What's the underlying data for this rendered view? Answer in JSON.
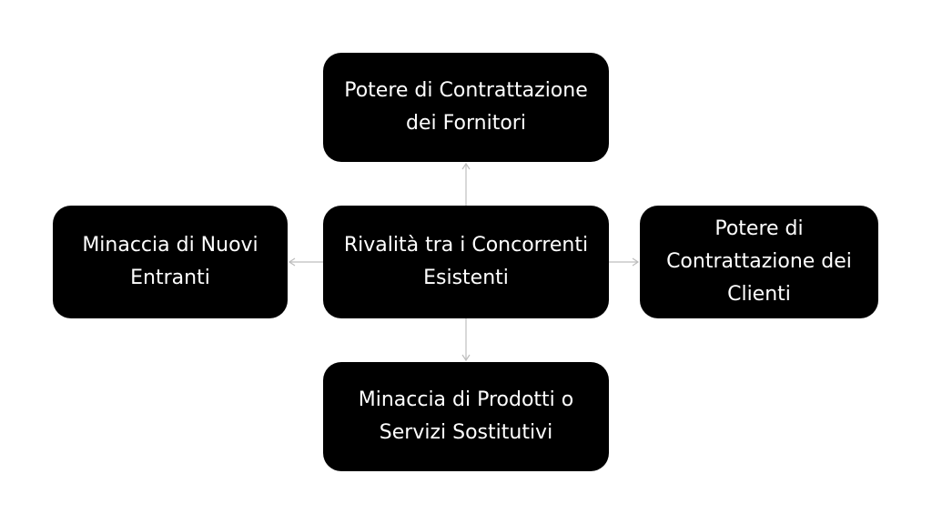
{
  "colors": {
    "box_fill": "#000000",
    "box_text": "#ffffff",
    "connector": "#bdbdbd",
    "background": "#ffffff"
  },
  "nodes": {
    "center": "Rivalità tra i Concorrenti Esistenti",
    "top": "Potere di Contrattazione dei Fornitori",
    "left": "Minaccia di Nuovi Entranti",
    "right": "Potere di Contrattazione dei Clienti",
    "bottom": "Minaccia di Prodotti o Servizi Sostitutivi"
  },
  "edges": [
    {
      "from": "center",
      "to": "top"
    },
    {
      "from": "center",
      "to": "left"
    },
    {
      "from": "center",
      "to": "right"
    },
    {
      "from": "center",
      "to": "bottom"
    }
  ]
}
